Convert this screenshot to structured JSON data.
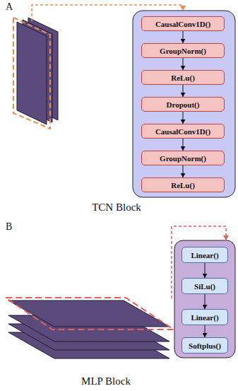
{
  "diagram": {
    "nodes": [
      {
        "text": [
          "CausalConv1D()"
        ]
      },
      {
        "text": [
          "GroupNorm()"
        ]
      },
      {
        "text": [
          "ReLu()"
        ]
      },
      {
        "text": [
          "Dropout()"
        ]
      },
      {
        "text": [
          "CausalConv1D()"
        ]
      },
      {
        "text": [
          "GroupNorm()"
        ]
      },
      {
        "text": [
          "ReLu()"
        ]
      },
      {
        "text": [
          "Linear()"
        ]
      },
      {
        "text": [
          "SiLu()"
        ]
      },
      {
        "text": [
          "Linear()"
        ]
      },
      {
        "text": [
          "Softplus()"
        ]
      }
    ],
    "edges": [
      {
        "from": 0,
        "to": 1,
        "arrow": "to"
      },
      {
        "from": 1,
        "to": 2,
        "arrow": "to"
      },
      {
        "from": 2,
        "to": 3,
        "arrow": "to"
      },
      {
        "from": 3,
        "to": 4,
        "arrow": "to"
      },
      {
        "from": 4,
        "to": 5,
        "arrow": "to"
      },
      {
        "from": 5,
        "to": 6,
        "arrow": "to"
      },
      {
        "from": 7,
        "to": 8,
        "arrow": "to"
      },
      {
        "from": 8,
        "to": 9,
        "arrow": "to"
      },
      {
        "from": 9,
        "to": 10,
        "arrow": "to"
      }
    ],
    "labels": [
      "A",
      "TCN Block",
      "B",
      "MLP Block"
    ]
  }
}
